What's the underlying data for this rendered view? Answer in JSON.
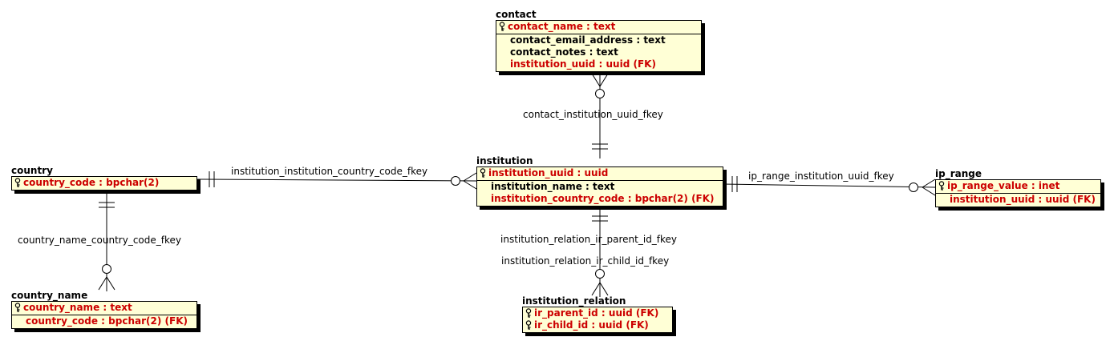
{
  "tables": {
    "contact": {
      "name": "contact",
      "cols": [
        "contact_name : text",
        "contact_email_address : text",
        "contact_notes : text",
        "institution_uuid : uuid (FK)"
      ]
    },
    "institution": {
      "name": "institution",
      "cols": [
        "institution_uuid : uuid",
        "institution_name : text",
        "institution_country_code : bpchar(2) (FK)"
      ]
    },
    "country": {
      "name": "country",
      "cols": [
        "country_code : bpchar(2)"
      ]
    },
    "country_name": {
      "name": "country_name",
      "cols": [
        "country_name : text",
        "country_code : bpchar(2) (FK)"
      ]
    },
    "ip_range": {
      "name": "ip_range",
      "cols": [
        "ip_range_value : inet",
        "institution_uuid : uuid (FK)"
      ]
    },
    "institution_relation": {
      "name": "institution_relation",
      "cols": [
        "ir_parent_id : uuid (FK)",
        "ir_child_id : uuid (FK)"
      ]
    }
  },
  "relations": {
    "contact_institution": "contact_institution_uuid_fkey",
    "institution_country": "institution_institution_country_code_fkey",
    "ip_range_institution": "ip_range_institution_uuid_fkey",
    "country_name_country": "country_name_country_code_fkey",
    "ir_parent": "institution_relation_ir_parent_id_fkey",
    "ir_child": "institution_relation_ir_child_id_fkey"
  },
  "icons": {
    "primary_key": "key-icon"
  },
  "colors": {
    "table_fill": "#ffffd6",
    "key_column": "#cc0000",
    "plain_column": "#000000"
  }
}
